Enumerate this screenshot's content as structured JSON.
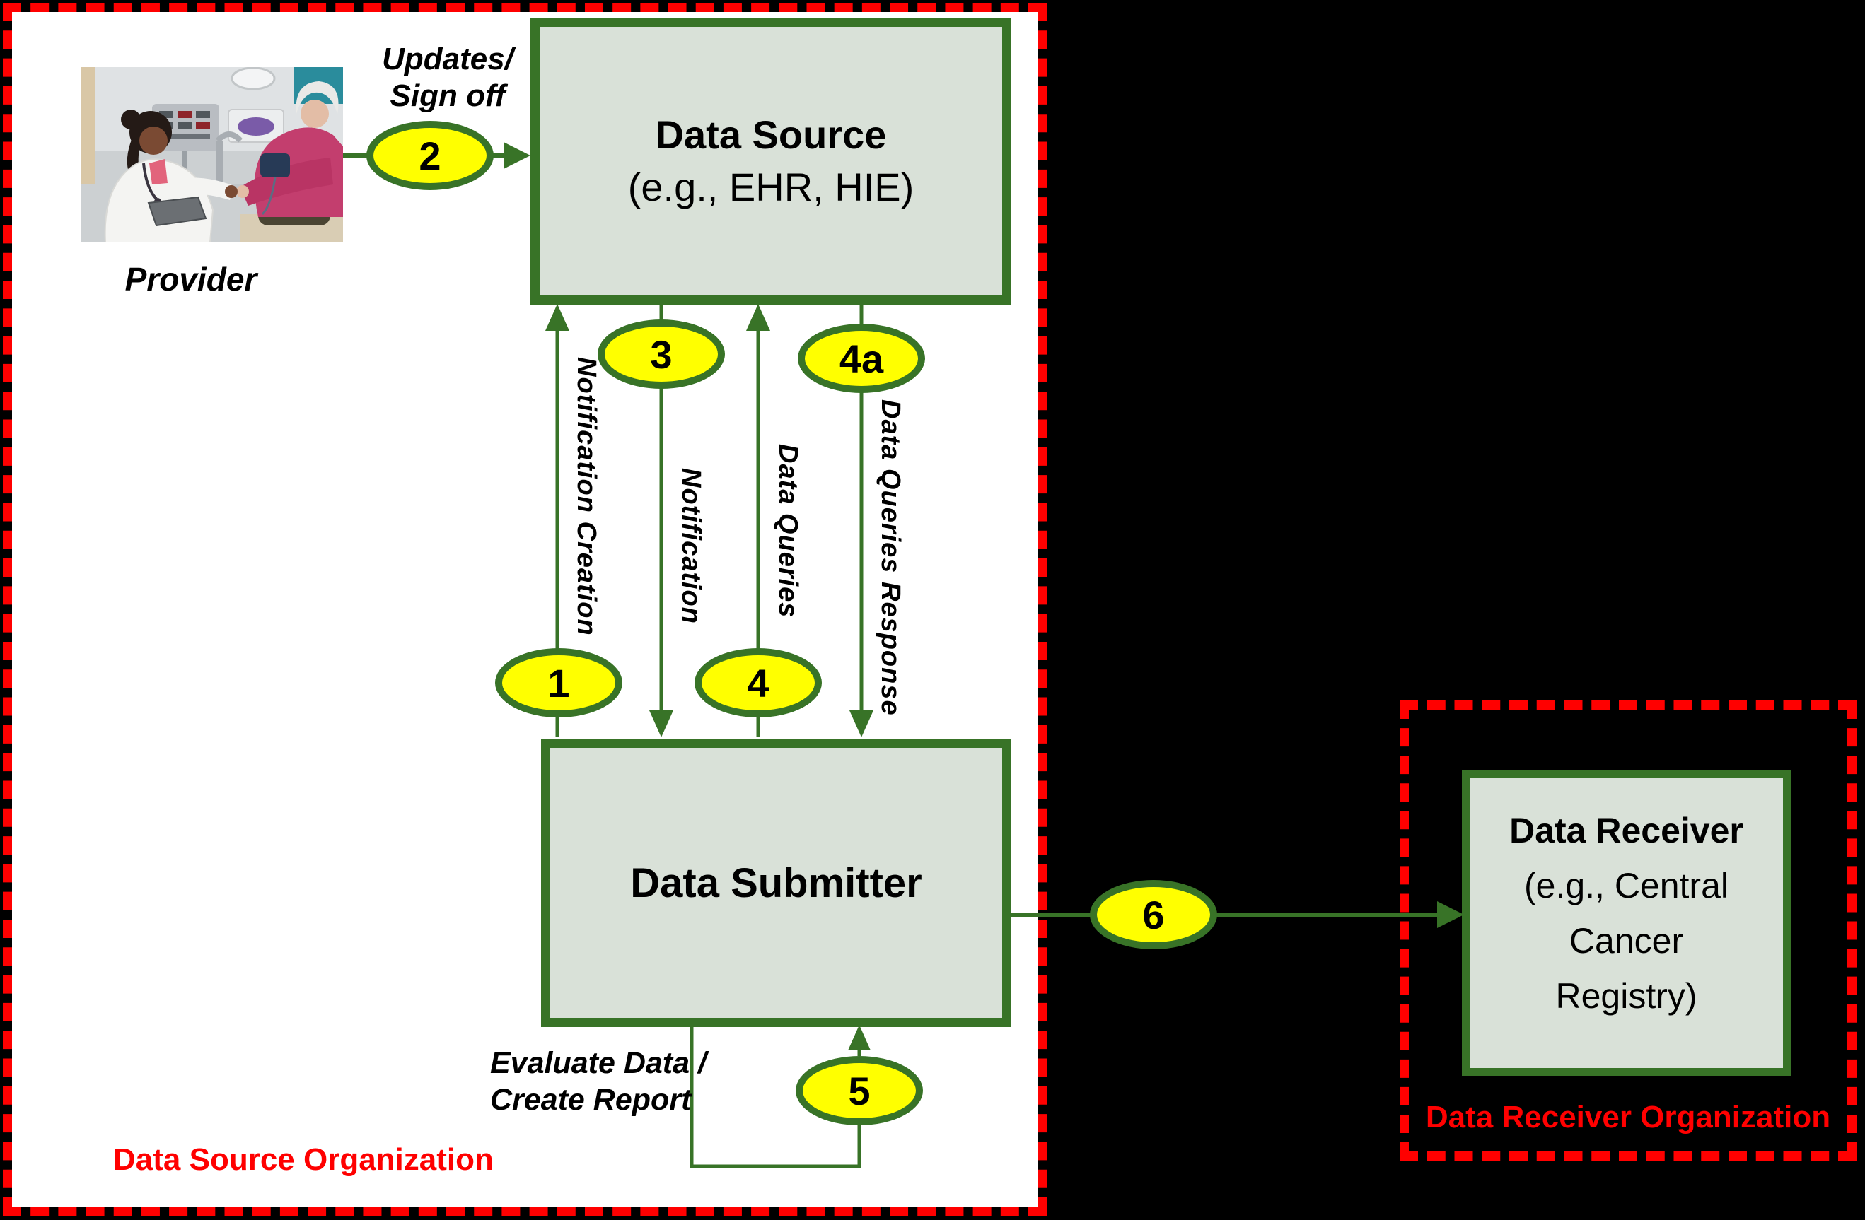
{
  "colors": {
    "accent_green": "#387327",
    "box_fill": "#d9e1d8",
    "step_yellow": "#ffff00",
    "org_red": "#ff0000",
    "panel_white": "#ffffff",
    "canvas_black": "#000000"
  },
  "source_org": {
    "org_label": "Data Source Organization",
    "provider": {
      "label": "Provider"
    },
    "data_source_box": {
      "title": "Data Source",
      "subtitle": "(e.g., EHR, HIE)"
    },
    "data_submitter_box": {
      "title": "Data Submitter"
    },
    "annotations": {
      "updates_sign_off": [
        "Updates/",
        "Sign off"
      ],
      "notification_creation": "Notification Creation",
      "notification": "Notification",
      "data_queries": "Data Queries",
      "data_queries_response": "Data Queries Response",
      "evaluate_create_report": [
        "Evaluate Data /",
        "Create Report"
      ]
    }
  },
  "receiver_org": {
    "org_label": "Data Receiver Organization",
    "data_receiver_box": {
      "title": "Data Receiver",
      "subtitle_lines": [
        "(e.g., Central",
        "Cancer",
        "Registry)"
      ]
    }
  },
  "steps": {
    "step1": "1",
    "step2": "2",
    "step3": "3",
    "step4": "4",
    "step4a": "4a",
    "step5": "5",
    "step6": "6"
  }
}
